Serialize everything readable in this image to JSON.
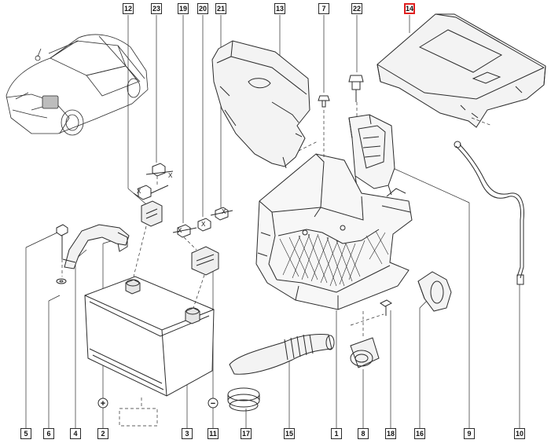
{
  "diagram": {
    "highlight_color": "#e02020",
    "line_color": "#2b2b2b",
    "selected_part": "14",
    "top_callouts": [
      "12",
      "23",
      "19",
      "20",
      "21",
      "13",
      "7",
      "22",
      "14"
    ],
    "bottom_callouts": [
      "5",
      "6",
      "4",
      "2",
      "3",
      "11",
      "17",
      "15",
      "1",
      "8",
      "18",
      "16",
      "9",
      "10"
    ],
    "polarity": {
      "positive": "+",
      "negative": "−"
    },
    "axis_marks": [
      "X",
      "X",
      "X",
      "X",
      "X"
    ]
  }
}
